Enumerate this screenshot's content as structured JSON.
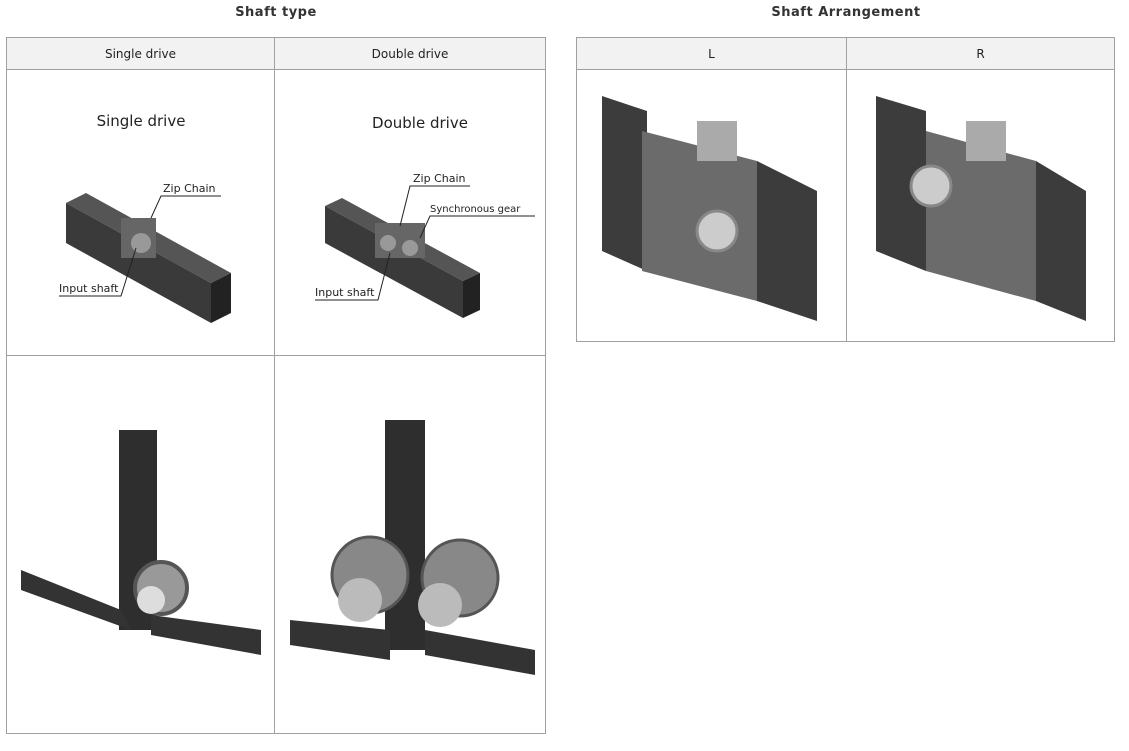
{
  "shaft_type": {
    "title": "Shaft type",
    "columns": [
      "Single drive",
      "Double drive"
    ],
    "single_diagram": {
      "heading": "Single drive",
      "zip_chain": "Zip Chain",
      "input_shaft": "Input shaft"
    },
    "double_diagram": {
      "heading": "Double drive",
      "zip_chain": "Zip Chain",
      "sync_gear": "Synchronous gear",
      "input_shaft": "Input shaft"
    }
  },
  "shaft_arrangement": {
    "title": "Shaft Arrangement",
    "columns": [
      "L",
      "R"
    ]
  }
}
